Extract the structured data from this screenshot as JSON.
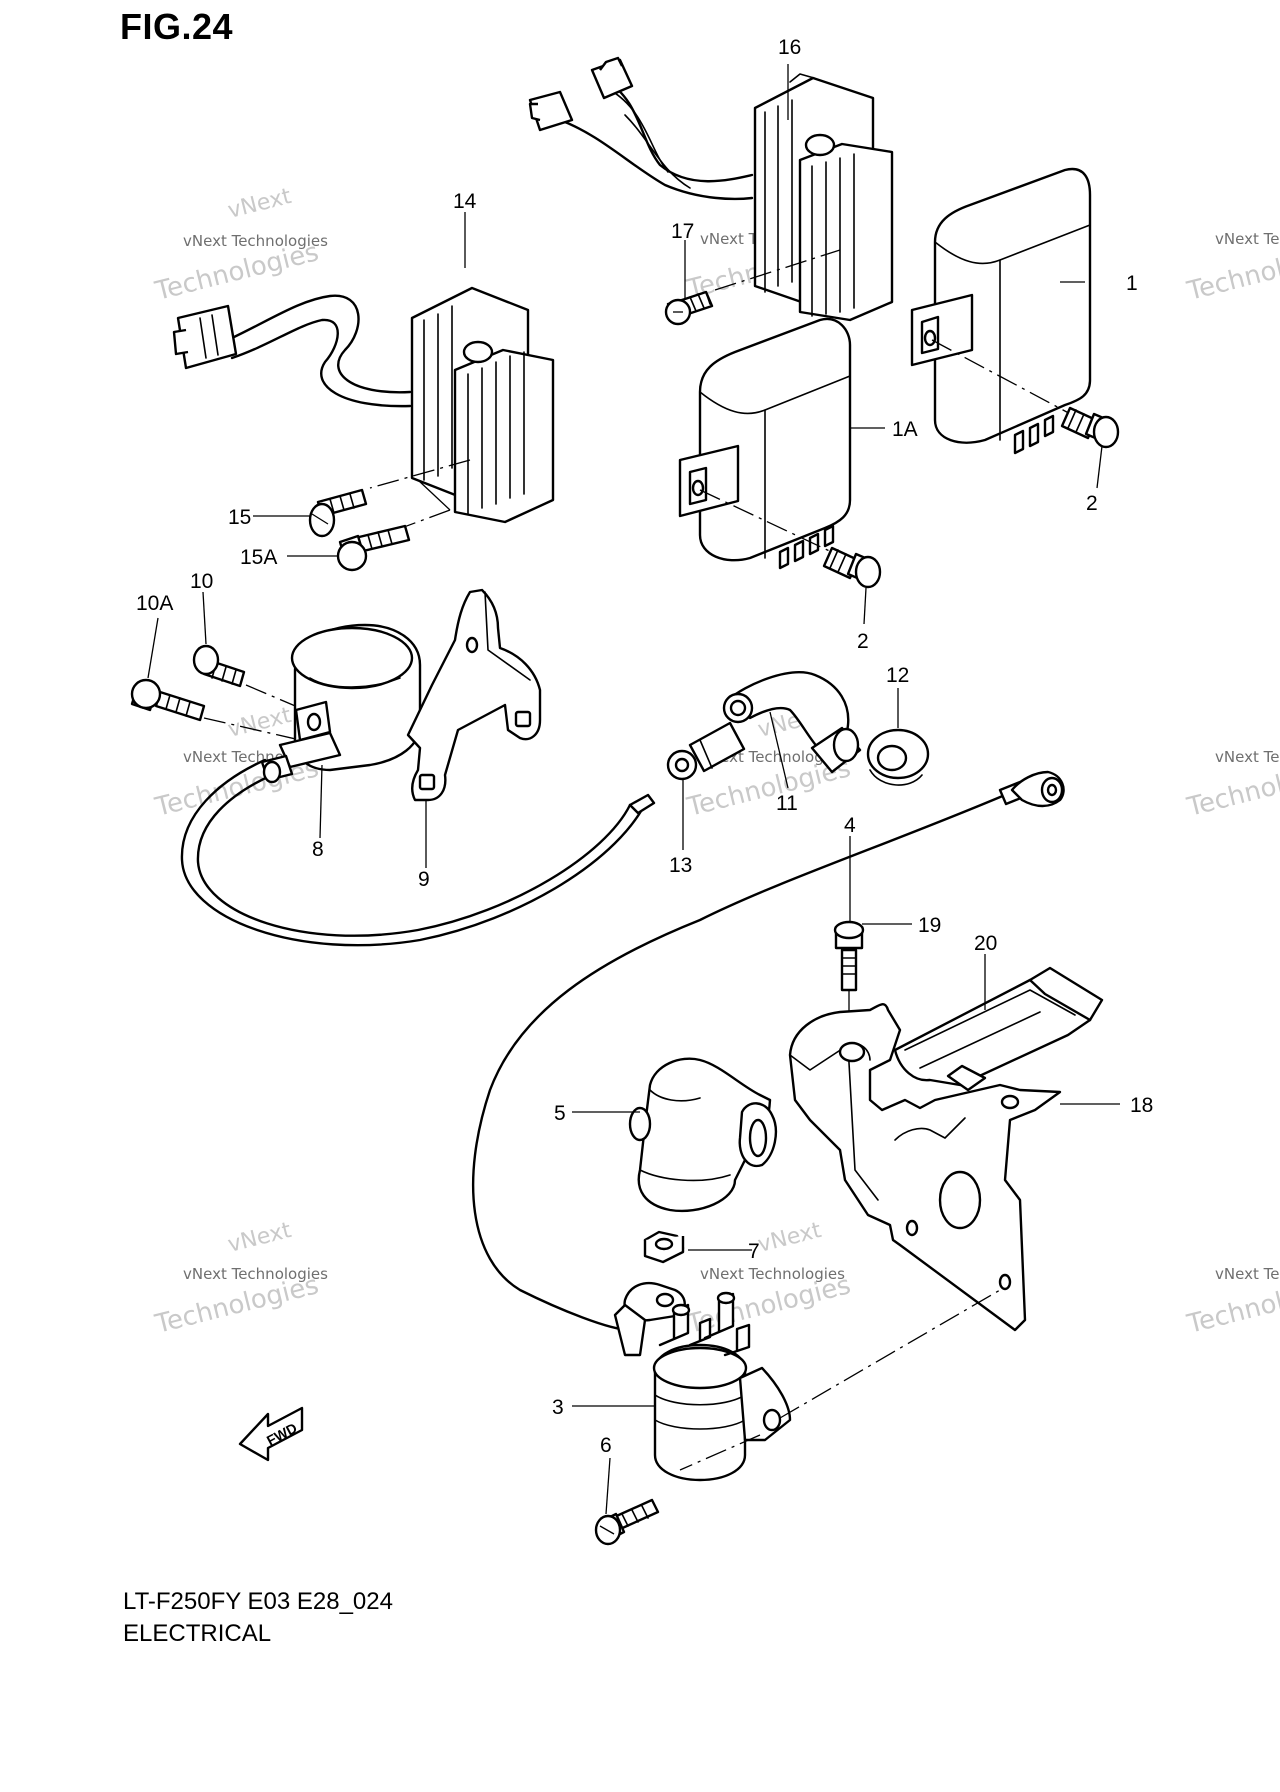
{
  "figure_label": "FIG.24",
  "model_code": "LT-F250FY E03 E28_024",
  "section_name": "ELECTRICAL",
  "watermark": {
    "line1": "vNext",
    "line2": "vNext Technologies",
    "line3": "Technologies"
  },
  "direction_badge": "FWD",
  "callouts": {
    "c1": "1",
    "c1a": "1A",
    "c2a": "2",
    "c2b": "2",
    "c3": "3",
    "c4": "4",
    "c5": "5",
    "c6": "6",
    "c7": "7",
    "c8": "8",
    "c9": "9",
    "c10": "10",
    "c10a": "10A",
    "c11": "11",
    "c12": "12",
    "c13": "13",
    "c14": "14",
    "c15": "15",
    "c15a": "15A",
    "c16": "16",
    "c17": "17",
    "c18": "18",
    "c19": "19",
    "c20": "20"
  }
}
